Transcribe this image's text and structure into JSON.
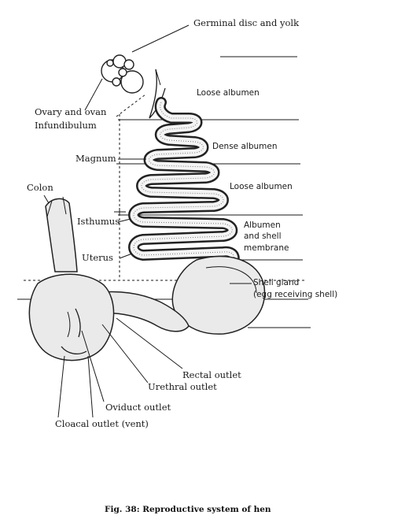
{
  "labels": {
    "germinal_disc": "Germinal disc and yolk",
    "ovary_ovum": "Ovary and ovan",
    "infundibulum": "Infundibulum",
    "magnum": "Magnum",
    "colon": "Colon",
    "isthumus": "Isthumus",
    "uterus": "Uterus",
    "loose_albumen_1": "Loose albumen",
    "dense_albumen": "Dense albumen",
    "loose_albumen_2": "Loose albumen",
    "albumen_shell_1": "Albumen",
    "albumen_shell_2": "and shell",
    "albumen_shell_3": "membrane",
    "shell_gland_1": "Shell gland",
    "shell_gland_2": "(egg receiving shell)",
    "rectal_outlet": "Rectal outlet",
    "urethral_outlet": "Urethral outlet",
    "oviduct_outlet": "Oviduct outlet",
    "cloacal_outlet": "Cloacal outlet (vent)"
  },
  "caption": "Fig. 38: Reproductive system of hen"
}
